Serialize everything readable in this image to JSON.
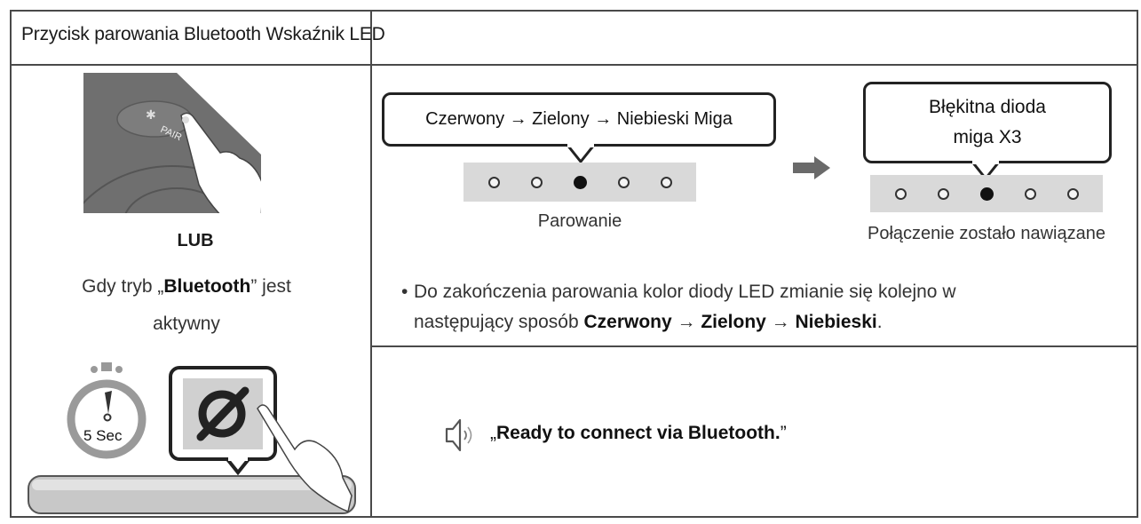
{
  "header": {
    "title": "Przycisk parowania Bluetooth Wskaźnik LED"
  },
  "left": {
    "photo_button_label": "PAIR",
    "or_label": "LUB",
    "mode_prefix": "Gdy tryb „",
    "mode_bold": "Bluetooth",
    "mode_suffix": "” jest",
    "mode_line2": "aktywny",
    "timer_label": "5 Sec"
  },
  "pairing": {
    "bubble_text": "Czerwony → Zielony → Niebieski Miga",
    "caption": "Parowanie",
    "leds": [
      false,
      false,
      true,
      false,
      false
    ]
  },
  "connected": {
    "bubble_line1": "Błękitna dioda",
    "bubble_line2": "miga X3",
    "caption": "Połączenie zostało nawiązane",
    "leds": [
      false,
      false,
      true,
      false,
      false
    ]
  },
  "note": {
    "line1": "Do zakończenia parowania kolor diody LED zmianie się kolejno w",
    "line2_prefix": "następujący sposób ",
    "c1": "Czerwony",
    "arrow": " → ",
    "c2": "Zielony",
    "c3": "Niebieski",
    "end": "."
  },
  "voice": {
    "open_quote": "„",
    "text": "Ready to connect via Bluetooth.",
    "close_quote": "”"
  },
  "colors": {
    "border": "#4a4a4a",
    "led_strip": "#d9d9d9",
    "photo_bg": "#6f6f6f"
  }
}
